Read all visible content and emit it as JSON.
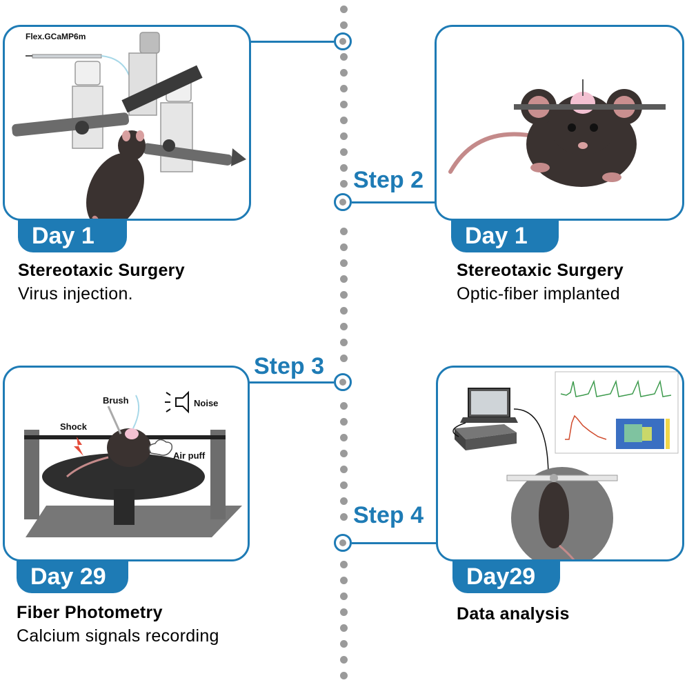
{
  "steps": {
    "step2": "Step 2",
    "step3": "Step 3",
    "step4": "Step 4"
  },
  "panels": {
    "p1": {
      "day": "Day 1",
      "title": "Stereotaxic Surgery",
      "desc": "Virus injection.",
      "label": "Flex.GCaMP6m"
    },
    "p2": {
      "day": "Day 1",
      "title": "Stereotaxic Surgery",
      "desc": "Optic-fiber implanted"
    },
    "p3": {
      "day": "Day 29",
      "title": "Fiber Photometry",
      "desc": "Calcium signals recording",
      "labels": {
        "brush": "Brush",
        "noise": "Noise",
        "shock": "Shock",
        "airpuff": "Air puff"
      }
    },
    "p4": {
      "day": "Day29",
      "title": "Data analysis",
      "desc": ""
    }
  },
  "colors": {
    "accent": "#1e7bb5",
    "timeline_dots": "#9a9a9a",
    "mouse": "#3a3230",
    "text": "#000000"
  },
  "icons": [
    "stereotaxic-frame-illustration",
    "mouse-illustration",
    "speaker-icon",
    "lightning-icon",
    "laptop-icon",
    "photometry-console-icon",
    "signal-trace-chart",
    "heatmap-chart"
  ]
}
